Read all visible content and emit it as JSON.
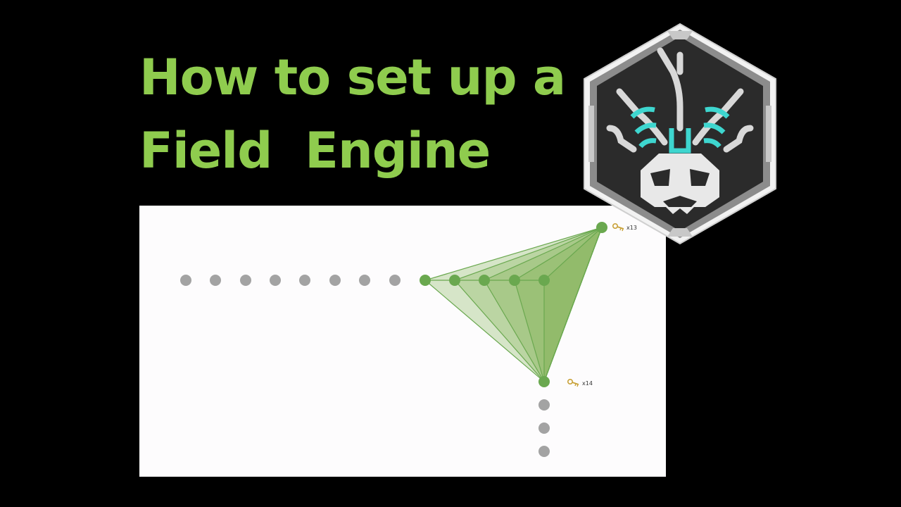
{
  "title": {
    "line1": "How to set up a",
    "line2": "Field  Engine"
  },
  "colors": {
    "background": "#000000",
    "title": "#8fcc4e",
    "panel": "#fdfcfd",
    "portal_green": "#6aa84f",
    "field_fill": "#7fb150",
    "portal_gray": "#a3a3a3",
    "badge_cyan": "#3ed6cf"
  },
  "diagram": {
    "anchors": [
      {
        "id": "top-anchor",
        "keys_label": "x13",
        "icon": "key-icon"
      },
      {
        "id": "bottom-anchor",
        "keys_label": "x14",
        "icon": "key-icon"
      }
    ],
    "gray_portals_left_count": 8,
    "green_portals_row_count": 5,
    "gray_portals_below_count": 3
  },
  "badge": {
    "icon": "engineer-badge-icon"
  }
}
